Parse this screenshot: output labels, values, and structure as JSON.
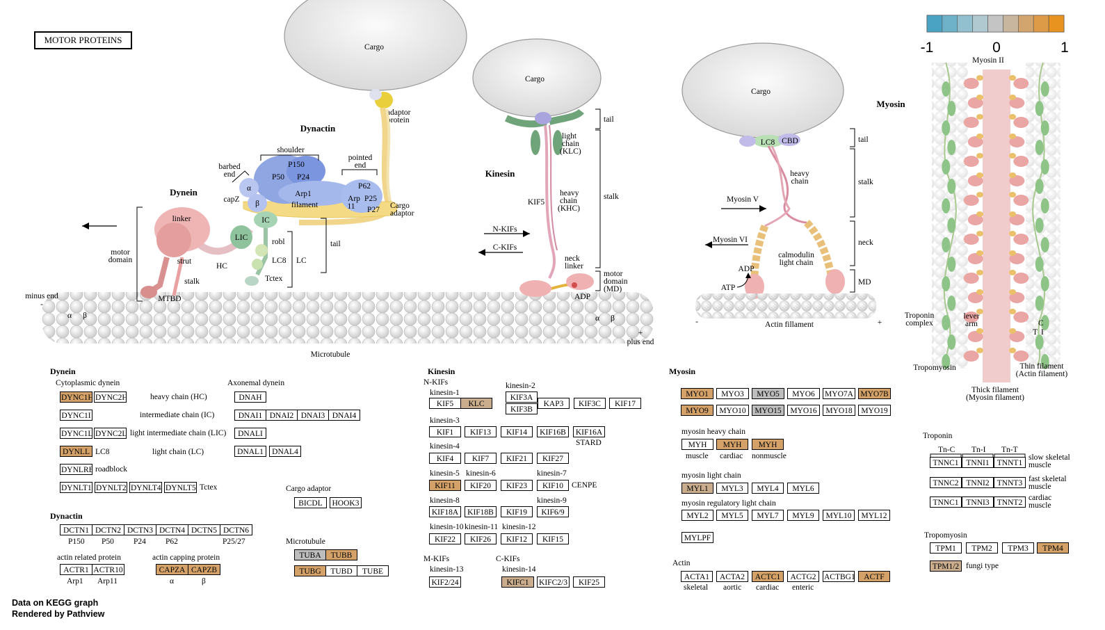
{
  "title": "MOTOR PROTEINS",
  "legend": {
    "min": "-1",
    "mid": "0",
    "max": "1",
    "colors": [
      "#4aa3c2",
      "#6db2c8",
      "#92c0ce",
      "#b0c8d0",
      "#c4c4c4",
      "#c8b79e",
      "#d2a56e",
      "#dd9b48",
      "#e8921f"
    ]
  },
  "footer": {
    "line1": "Data on KEGG graph",
    "line2": "Rendered by Pathview"
  },
  "diagram": {
    "cargo": "Cargo",
    "adaptor_protein": [
      "adaptor",
      "protein"
    ],
    "dynactin_title": "Dynactin",
    "dynein_title": "Dynein",
    "kinesin_title": "Kinesin",
    "myosin_title": "Myosin",
    "myosin_ii": "Myosin II",
    "shoulder": "shoulder",
    "barbed_end": [
      "barbed",
      "end"
    ],
    "pointed_end": [
      "pointed",
      "end"
    ],
    "p150": "P150",
    "p50": "P50",
    "p24": "P24",
    "arp1": "Arp1",
    "filament": "filament",
    "p62": "P62",
    "p25": "P25",
    "p27": "P27",
    "arp11": [
      "Arp",
      "11"
    ],
    "alpha": "α",
    "beta": "β",
    "capz": "capZ",
    "cargo_adaptor": [
      "Cargo",
      "adaptor"
    ],
    "ic": "IC",
    "lic": "LIC",
    "robl": "robl",
    "lc8": "LC8",
    "lc": "LC",
    "tctex": "Tctex",
    "tail": "tail",
    "linker": "linker",
    "strut": "strut",
    "hc": "HC",
    "stalk": "stalk",
    "mtbd": "MTBD",
    "motor_domain": [
      "motor",
      "domain"
    ],
    "minus_end": "minus end",
    "minus": "-",
    "plus": "+",
    "plus_end": "plus end",
    "microtubule": "Microtubule",
    "light_chain_klc": [
      "light",
      "chain",
      "(KLC)"
    ],
    "heavy_chain_khc": [
      "heavy",
      "chain",
      "(KHC)"
    ],
    "kif5": "KIF5",
    "n_kifs": "N-KIFs",
    "c_kifs": "C-KIFs",
    "neck_linker": [
      "neck",
      "linker"
    ],
    "motor_domain_md": [
      "motor",
      "domain",
      "(MD)"
    ],
    "adp": "ADP",
    "atp": "ATP",
    "k_tail": "tail",
    "k_stalk": "stalk",
    "cbd": "CBD",
    "m_lc8": "LC8",
    "m_heavy_chain": [
      "heavy",
      "chain"
    ],
    "myosin_v": "Myosin V",
    "myosin_vi": "Myosin VI",
    "calmodulin": [
      "calmodulin",
      "light chain"
    ],
    "m_tail": "tail",
    "m_stalk": "stalk",
    "m_neck": "neck",
    "m_md": "MD",
    "actin_filament": "Actin fillament",
    "troponin_complex": [
      "Troponin",
      "complex"
    ],
    "lever_arm": [
      "lever",
      "arm"
    ],
    "tropomyosin": "Tropomyosin",
    "thin_filament": [
      "Thin filament",
      "(Actin filament)"
    ],
    "thick_filament": [
      "Thick filament",
      "(Myosin filament)"
    ],
    "ct": [
      "C",
      "T",
      "I"
    ]
  },
  "sections": {
    "dynein": "Dynein",
    "cytoplasmic_dynein": "Cytoplasmic dynein",
    "axonemal_dynein": "Axonemal dynein",
    "heavy_chain_hc": "heavy chain (HC)",
    "intermediate_chain_ic": "intermediate chain (IC)",
    "light_intermediate_chain": "light intermediate chain (LIC)",
    "light_chain_lc": "light chain (LC)",
    "lc8": "LC8",
    "roadblock": "roadblock",
    "tctex": "Tctex",
    "dynactin": "Dynactin",
    "p150": "P150",
    "p50": "P50",
    "p24": "P24",
    "p62": "P62",
    "p25_27": "P25/27",
    "actin_related_protein": "actin related protein",
    "actin_capping_protein": "actin capping protein",
    "arp1": "Arp1",
    "arp11": "Arp11",
    "alpha": "α",
    "beta": "β",
    "cargo_adaptor": "Cargo adaptor",
    "microtubule": "Microtubule",
    "kinesin": "Kinesin",
    "n_kifs": "N-KIFs",
    "kinesin_1": "kinesin-1",
    "kinesin_2": "kinesin-2",
    "kinesin_3": "kinesin-3",
    "kinesin_4": "kinesin-4",
    "kinesin_5": "kinesin-5",
    "kinesin_6": "kinesin-6",
    "kinesin_7": "kinesin-7",
    "kinesin_8": "kinesin-8",
    "kinesin_9": "kinesin-9",
    "kinesin_10": "kinesin-10",
    "kinesin_11": "kinesin-11",
    "kinesin_12": "kinesin-12",
    "m_kifs": "M-KIFs",
    "kinesin_13": "kinesin-13",
    "c_kifs": "C-KIFs",
    "kinesin_14": "kinesin-14",
    "stard": "STARD",
    "cenpe": "CENPE",
    "myosin": "Myosin",
    "myosin_heavy_chain": "myosin heavy chain",
    "muscle": "muscle",
    "cardiac": "cardiac",
    "nonmuscle": "nonmuscle",
    "myosin_light_chain": "myosin light chain",
    "myosin_regulatory_light_chain": "myosin regulatory light chain",
    "actin": "Actin",
    "skeletal": "skeletal",
    "aortic": "aortic",
    "actin_cardiac": "cardiac",
    "enteric": "enteric",
    "troponin": "Troponin",
    "tn_c": "Tn-C",
    "tn_i": "Tn-I",
    "tn_t": "Tn-T",
    "slow_skeletal": [
      "slow skeletal",
      "muscle"
    ],
    "fast_skeletal": [
      "fast skeletal",
      "muscle"
    ],
    "cardiac_muscle": [
      "cardiac",
      "muscle"
    ],
    "tropomyosin": "Tropomyosin",
    "fungi_type": "fungi type"
  },
  "genes": {
    "DYNC1H": "DYNC1H",
    "DYNC2H": "DYNC2H",
    "DYNC1I": "DYNC1I",
    "DYNC1LI": "DYNC1LI",
    "DYNC2LI": "DYNC2LI",
    "DYNLL": "DYNLL",
    "DYNLRB": "DYNLRB",
    "DYNLT1": "DYNLT1",
    "DYNLT2": "DYNLT2",
    "DYNLT4": "DYNLT4",
    "DYNLT5": "DYNLT5",
    "DNAH": "DNAH",
    "DNAI1": "DNAI1",
    "DNAI2": "DNAI2",
    "DNAI3": "DNAI3",
    "DNAI4": "DNAI4",
    "DNALI": "DNALI",
    "DNAL1": "DNAL1",
    "DNAL4": "DNAL4",
    "DCTN1": "DCTN1",
    "DCTN2": "DCTN2",
    "DCTN3": "DCTN3",
    "DCTN4": "DCTN4",
    "DCTN5": "DCTN5",
    "DCTN6": "DCTN6",
    "ACTR1": "ACTR1",
    "ACTR10": "ACTR10",
    "CAPZA": "CAPZA",
    "CAPZB": "CAPZB",
    "BICDL": "BICDL",
    "HOOK3": "HOOK3",
    "TUBA": "TUBA",
    "TUBB": "TUBB",
    "TUBG": "TUBG",
    "TUBD": "TUBD",
    "TUBE": "TUBE",
    "KIF5": "KIF5",
    "KLC": "KLC",
    "KIF3A": "KIF3A",
    "KIF3B": "KIF3B",
    "KAP3": "KAP3",
    "KIF3C": "KIF3C",
    "KIF17": "KIF17",
    "KIF1": "KIF1",
    "KIF13": "KIF13",
    "KIF14": "KIF14",
    "KIF16B": "KIF16B",
    "KIF16A": "KIF16A",
    "KIF4": "KIF4",
    "KIF7": "KIF7",
    "KIF21": "KIF21",
    "KIF27": "KIF27",
    "KIF11": "KIF11",
    "KIF20": "KIF20",
    "KIF23": "KIF23",
    "KIF10": "KIF10",
    "KIF18A": "KIF18A",
    "KIF18B": "KIF18B",
    "KIF19": "KIF19",
    "KIF6_9": "KIF6/9",
    "KIF22": "KIF22",
    "KIF26": "KIF26",
    "KIF12": "KIF12",
    "KIF15": "KIF15",
    "KIF2_24": "KIF2/24",
    "KIFC1": "KIFC1",
    "KIFC2_3": "KIFC2/3",
    "KIF25": "KIF25",
    "MYO1": "MYO1",
    "MYO3": "MYO3",
    "MYO5": "MYO5",
    "MYO6": "MYO6",
    "MYO7A": "MYO7A",
    "MYO7B": "MYO7B",
    "MYO9": "MYO9",
    "MYO10": "MYO10",
    "MYO15": "MYO15",
    "MYO16": "MYO16",
    "MYO18": "MYO18",
    "MYO19": "MYO19",
    "MYH_m": "MYH",
    "MYH_c": "MYH",
    "MYH_n": "MYH",
    "MYL1": "MYL1",
    "MYL3": "MYL3",
    "MYL4": "MYL4",
    "MYL6": "MYL6",
    "MYL2": "MYL2",
    "MYL5": "MYL5",
    "MYL7": "MYL7",
    "MYL9": "MYL9",
    "MYL10": "MYL10",
    "MYL12": "MYL12",
    "MYLPF": "MYLPF",
    "ACTA1": "ACTA1",
    "ACTA2": "ACTA2",
    "ACTC1": "ACTC1",
    "ACTG2": "ACTG2",
    "ACTBG1": "ACTBG1",
    "ACTF": "ACTF",
    "TNNC1a": "TNNC1",
    "TNNI1": "TNNI1",
    "TNNT1": "TNNT1",
    "TNNC2": "TNNC2",
    "TNNI2": "TNNI2",
    "TNNT3": "TNNT3",
    "TNNC1b": "TNNC1",
    "TNNI3": "TNNI3",
    "TNNT2": "TNNT2",
    "TPM1": "TPM1",
    "TPM2": "TPM2",
    "TPM3": "TPM3",
    "TPM4": "TPM4",
    "TPM1_2": "TPM1/2"
  }
}
